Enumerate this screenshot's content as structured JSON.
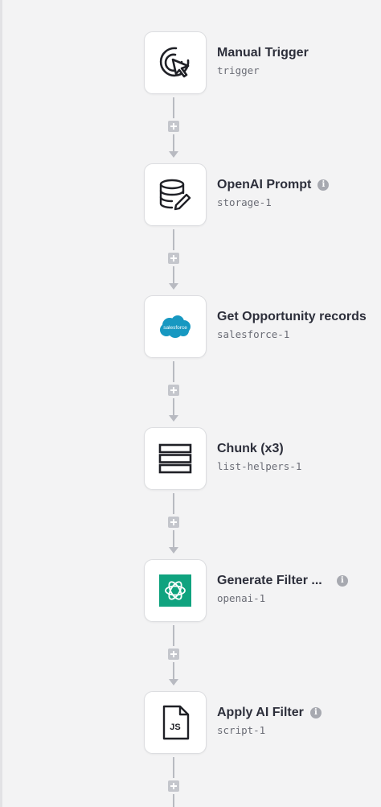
{
  "colors": {
    "canvas": "#f3f3f4",
    "card_border": "#dcdde0",
    "connector": "#b8bac1",
    "salesforce": "#1798c1",
    "openai": "#10a37f"
  },
  "nodes": [
    {
      "title": "Manual Trigger",
      "subtitle": "trigger",
      "icon": "cursor-click-icon",
      "info": false
    },
    {
      "title": "OpenAI Prompt",
      "subtitle": "storage-1",
      "icon": "database-edit-icon",
      "info": true
    },
    {
      "title": "Get Opportunity records",
      "subtitle": "salesforce-1",
      "icon": "salesforce-logo-icon",
      "logo_text": "salesforce",
      "info": false
    },
    {
      "title": "Chunk (x3)",
      "subtitle": "list-helpers-1",
      "icon": "list-rows-icon",
      "info": false
    },
    {
      "title": "Generate Filter ...",
      "subtitle": "openai-1",
      "icon": "openai-logo-icon",
      "info": true
    },
    {
      "title": "Apply AI Filter",
      "subtitle": "script-1",
      "icon": "js-file-icon",
      "badge": "JS",
      "info": true
    }
  ],
  "info_glyph": "i"
}
